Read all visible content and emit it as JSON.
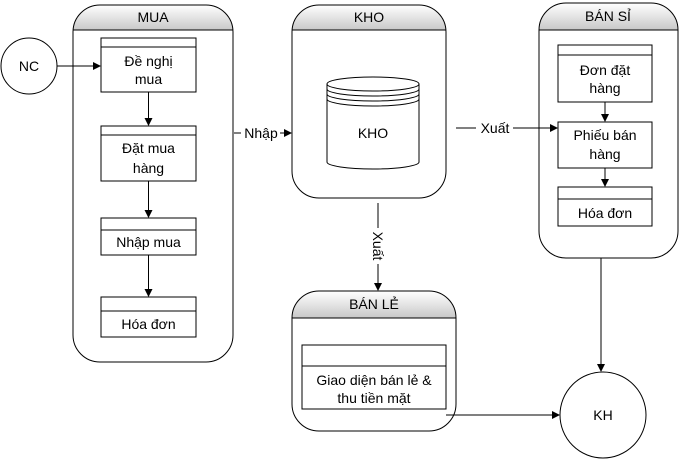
{
  "external": {
    "nc": "NC",
    "kh": "KH"
  },
  "pools": {
    "mua": {
      "title": "MUA",
      "steps": [
        [
          "Đề nghị",
          "mua"
        ],
        [
          "Đặt mua",
          "hàng"
        ],
        [
          "Nhập mua"
        ],
        [
          "Hóa đơn"
        ]
      ]
    },
    "kho": {
      "title": "KHO",
      "store": "KHO"
    },
    "ban_si": {
      "title": "BÁN SỈ",
      "steps": [
        [
          "Đơn đặt",
          "hàng"
        ],
        [
          "Phiếu bán",
          "hàng"
        ],
        [
          "Hóa đơn"
        ]
      ]
    },
    "ban_le": {
      "title": "BÁN LẺ",
      "steps": [
        [
          "Giao diện bán lẻ &",
          "thu tiền mặt"
        ]
      ]
    }
  },
  "flows": {
    "nhap": "Nhập",
    "xuat_si": "Xuất",
    "xuat_le": "Xuất"
  },
  "colors": {
    "header_top": "#ffffff",
    "header_bottom": "#c8c8c8",
    "stroke": "#000000"
  }
}
